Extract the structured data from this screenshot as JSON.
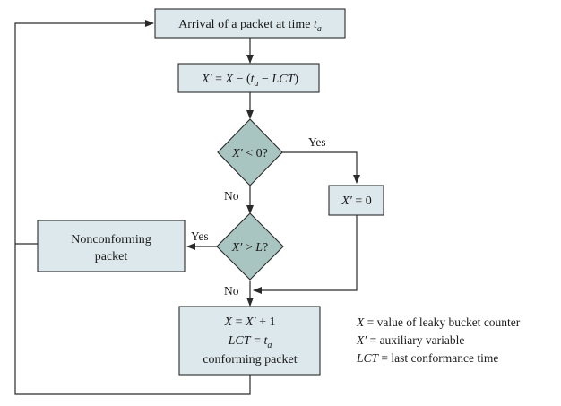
{
  "diagram": {
    "type": "flowchart",
    "colors": {
      "box_fill": "#dde8ec",
      "decision_fill": "#a9c5c1",
      "stroke": "#2a2a2a",
      "text": "#1a1a1a"
    },
    "nodes": {
      "arrival": {
        "text_a": "Arrival of a packet at time ",
        "var": "t",
        "sub": "a"
      },
      "compute_x": {
        "x_prime": "X′",
        "eq": " = ",
        "x": "X",
        "minus_open": " − (",
        "t": "t",
        "sub": "a",
        "minus": " − ",
        "lct": "LCT",
        "close": ")"
      },
      "decision_x_less_zero": {
        "x_prime": "X′",
        "rest": " < 0?"
      },
      "set_zero": {
        "x_prime": "X′",
        "rest": " = 0"
      },
      "decision_x_greater_l": {
        "x_prime": "X′",
        "gt": " > ",
        "l": "L",
        "q": "?"
      },
      "nonconforming": {
        "line1": "Nonconforming",
        "line2": "packet"
      },
      "conforming": {
        "x": "X",
        "eq1": " = ",
        "x_prime": "X′",
        "plus": " + 1",
        "lct": "LCT",
        "eq2": " = ",
        "t": "t",
        "sub": "a",
        "line3": "conforming packet"
      }
    },
    "edge_labels": {
      "yes_1": "Yes",
      "no_1": "No",
      "yes_2": "Yes",
      "no_2": "No"
    },
    "legend": [
      {
        "symbol": "X",
        "text": " = value of leaky bucket counter"
      },
      {
        "symbol": "X′",
        "text": " = auxiliary variable"
      },
      {
        "symbol": "LCT",
        "text": " = last conformance time"
      }
    ]
  }
}
